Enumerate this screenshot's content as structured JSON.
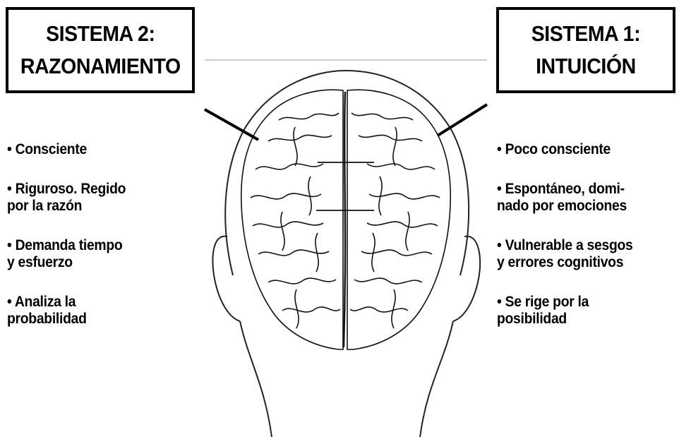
{
  "left_system": {
    "title_line1": "SISTEMA 2:",
    "title_line2": "RAZONAMIENTO",
    "items": [
      "• Consciente",
      "• Riguroso. Regido\npor la razón",
      "• Demanda tiempo\ny esfuerzo",
      "• Analiza la\nprobabilidad"
    ]
  },
  "right_system": {
    "title_line1": "SISTEMA 1:",
    "title_line2": "INTUICIÓN",
    "items": [
      "• Poco consciente",
      "• Espontáneo, domi-\nnado por emociones",
      "• Vulnerable a sesgos\ny errores cognitivos",
      "• Se rige por la\nposibilidad"
    ]
  },
  "colors": {
    "ink": "#000000",
    "background": "#ffffff"
  },
  "illustration": "brain-head-drawing"
}
